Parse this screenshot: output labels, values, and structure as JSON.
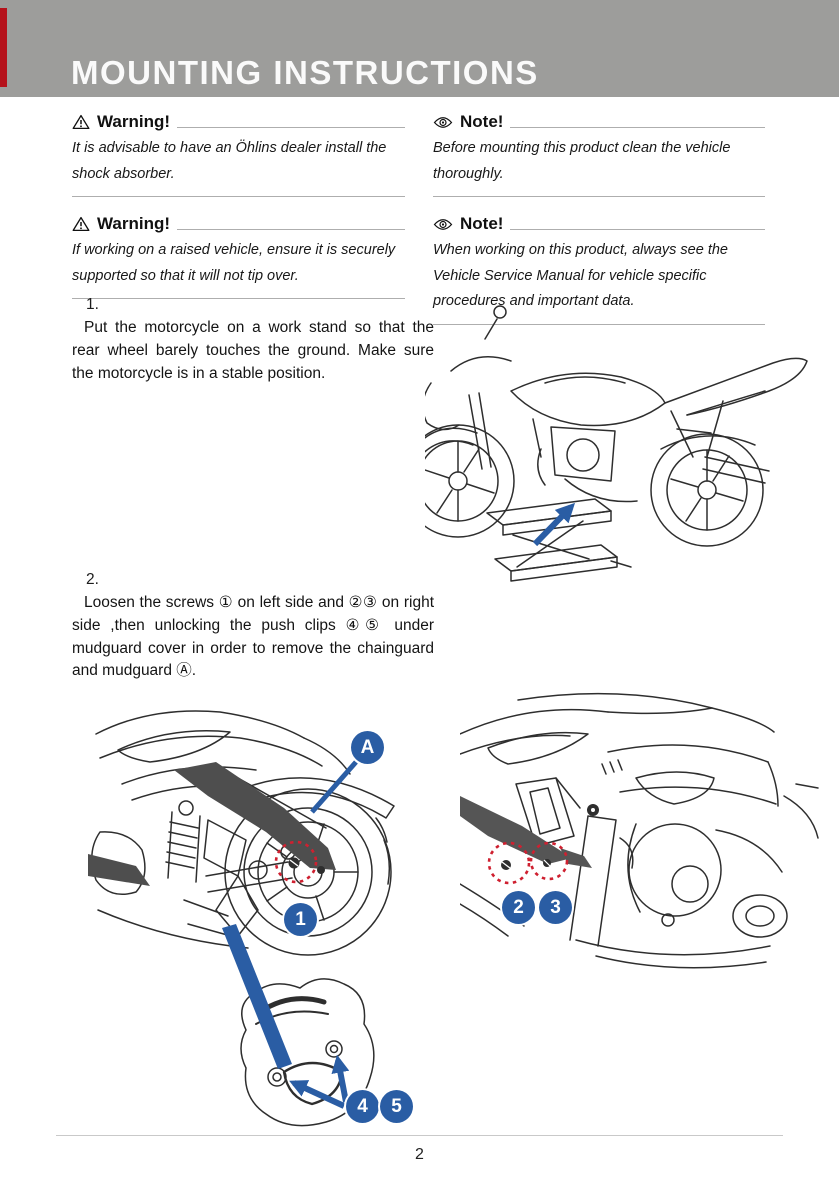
{
  "document": {
    "title": "MOUNTING INSTRUCTIONS",
    "page_number": "2"
  },
  "colors": {
    "header_gray": "#9d9d9b",
    "red_tab": "#b5121b",
    "callout_blue": "#2a5da4",
    "highlight_red": "#cf2030"
  },
  "warnings": [
    {
      "icon": "warning-triangle",
      "heading": "Warning!",
      "body": "It is advisable to have an Öhlins dealer install the shock absorber."
    },
    {
      "icon": "warning-triangle",
      "heading": "Warning!",
      "body": "If working on a raised vehicle, ensure it is securely supported so that it will not tip over."
    }
  ],
  "notes": [
    {
      "icon": "eye",
      "heading": "Note!",
      "body": "Before mounting this product clean the vehicle thoroughly."
    },
    {
      "icon": "eye",
      "heading": "Note!",
      "body": "When working on this product, always see the Vehicle Service Manual for vehicle specific procedures and important data."
    }
  ],
  "steps": [
    {
      "number": "1.",
      "text": "Put the motorcycle on a work stand so that the rear wheel barely touches the ground. Make sure the motorcycle is in a stable position."
    },
    {
      "number": "2.",
      "text": "Loosen the screws ① on left side and ②③ on right side ,then unlocking the push clips ④⑤ under mudguard cover in order to remove the chainguard and mudguard Ⓐ."
    }
  ],
  "callouts": {
    "A": "A",
    "n1": "1",
    "n2": "2",
    "n3": "3",
    "n4": "4",
    "n5": "5"
  }
}
